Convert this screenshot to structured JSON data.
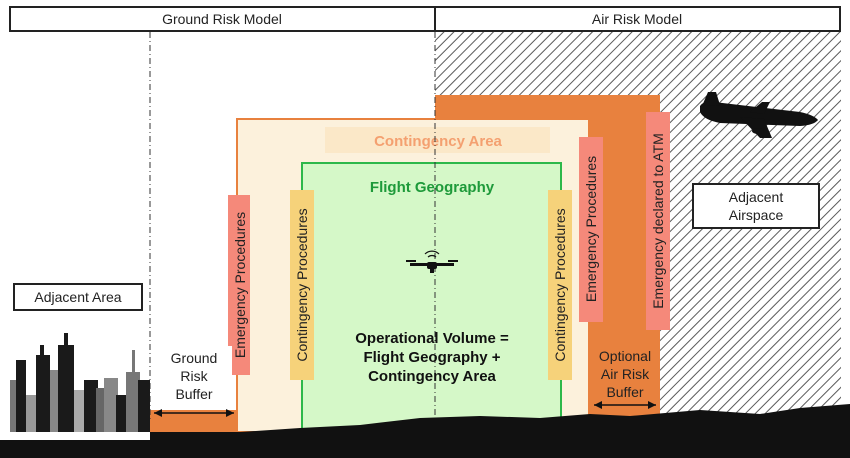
{
  "header": {
    "ground_label": "Ground Risk Model",
    "air_label": "Air Risk Model"
  },
  "areas": {
    "contingency_area": "Contingency Area",
    "flight_geography": "Flight Geography",
    "adjacent_area": "Adjacent Area",
    "adjacent_airspace_line1": "Adjacent",
    "adjacent_airspace_line2": "Airspace"
  },
  "procedures": {
    "emergency_left": "Emergency Procedures",
    "contingency_left": "Contingency Procedures",
    "contingency_right": "Contingency Procedures",
    "emergency_right": "Emergency Procedures",
    "emergency_atm": "Emergency declared to ATM"
  },
  "buffers": {
    "ground_line1": "Ground",
    "ground_line2": "Risk",
    "ground_line3": "Buffer",
    "air_line1": "Optional",
    "air_line2": "Air Risk",
    "air_line3": "Buffer"
  },
  "operational_volume": {
    "line1": "Operational Volume =",
    "line2": "Flight Geography +",
    "line3": "Contingency Area"
  },
  "icons": {
    "drone": "drone-icon",
    "airplane": "airplane-icon",
    "city": "city-skyline-icon"
  },
  "colors": {
    "emergency_orange": "#E8813E",
    "contingency_beige": "#FCF1DC",
    "flight_geography_green": "#D5F8C8",
    "flight_geography_border": "#2DB84A",
    "flight_geography_text": "#1E9A3A",
    "emergency_box": "#F5897A",
    "contingency_box": "#F6D27A",
    "contingency_text": "#F4A070"
  }
}
